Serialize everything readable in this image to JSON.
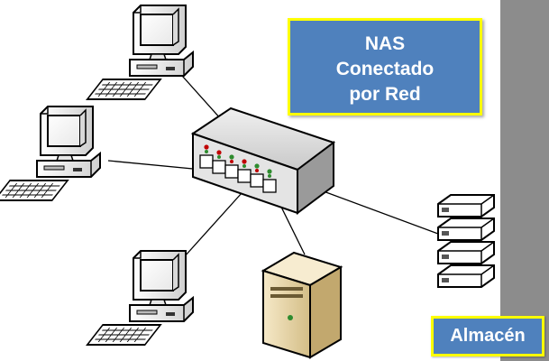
{
  "nas_callout": {
    "line1": "NAS",
    "line2": "Conectado",
    "line3": "por Red"
  },
  "storage_callout": {
    "label": "Almacén"
  },
  "colors": {
    "callout_fill": "#4f81bd",
    "callout_border": "#ffff00",
    "side_band": "#8c8c8c"
  },
  "icons": [
    "workstation-icon",
    "network-switch-icon",
    "server-icon",
    "storage-array-icon"
  ]
}
